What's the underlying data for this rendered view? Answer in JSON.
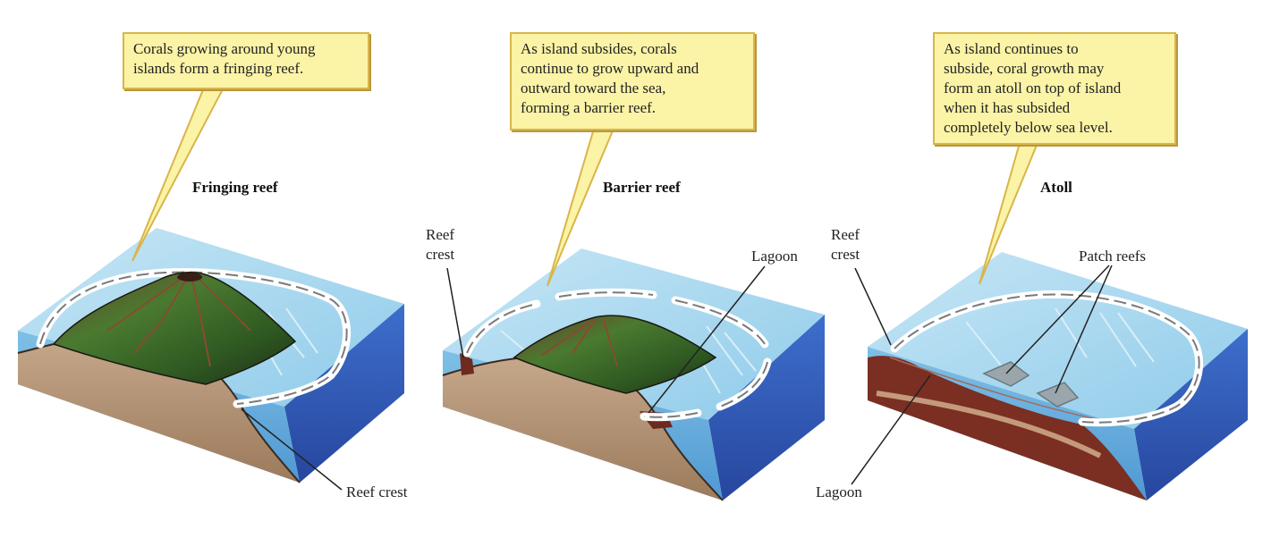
{
  "panels": [
    {
      "title": "Fringing reef",
      "callout": [
        "Corals growing around young",
        "islands form a fringing reef."
      ],
      "labels": {
        "reef_crest": "Reef crest"
      }
    },
    {
      "title": "Barrier reef",
      "callout": [
        "As island subsides, corals",
        "continue to grow upward and",
        "outward toward the sea,",
        "forming a barrier reef."
      ],
      "labels": {
        "reef_crest": [
          "Reef",
          "crest"
        ],
        "lagoon": "Lagoon"
      }
    },
    {
      "title": "Atoll",
      "callout": [
        "As island continues to",
        "subside, coral growth may",
        "form an atoll on top of island",
        "when it has subsided",
        "completely below sea level."
      ],
      "labels": {
        "reef_crest": [
          "Reef",
          "crest"
        ],
        "patch_reefs": "Patch reefs",
        "lagoon": "Lagoon"
      }
    }
  ],
  "colors": {
    "callout_fill": "#fbf3a6",
    "callout_border": "#d9b54a",
    "water_top": "#a8d8ee",
    "water_front": "#5aa6d8",
    "water_side": "#2f57b8",
    "seabed": "#b39275",
    "reef": "#6e2a1e",
    "island_green": "#3f7a2c",
    "island_brown": "#5a3a24"
  }
}
